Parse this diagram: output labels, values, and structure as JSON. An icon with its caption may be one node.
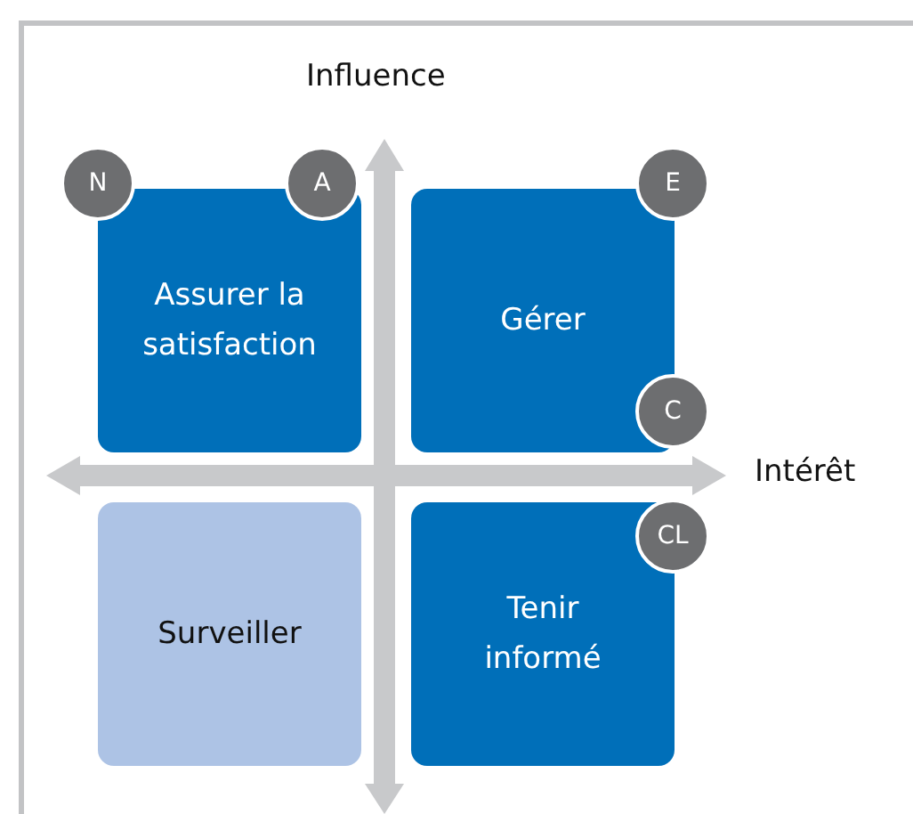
{
  "diagram": {
    "nodes": [
      {
        "text": [
          "Assurer la satisfaction"
        ]
      },
      {
        "text": [
          "Gérer"
        ]
      },
      {
        "text": [
          "Surveiller"
        ]
      },
      {
        "text": [
          "Tenir informé"
        ]
      },
      {
        "text": [
          "N"
        ]
      },
      {
        "text": [
          "A"
        ]
      },
      {
        "text": [
          "E"
        ]
      },
      {
        "text": [
          "C"
        ]
      },
      {
        "text": [
          "CL"
        ]
      }
    ],
    "labels": [
      "Influence",
      "Intérêt"
    ]
  }
}
